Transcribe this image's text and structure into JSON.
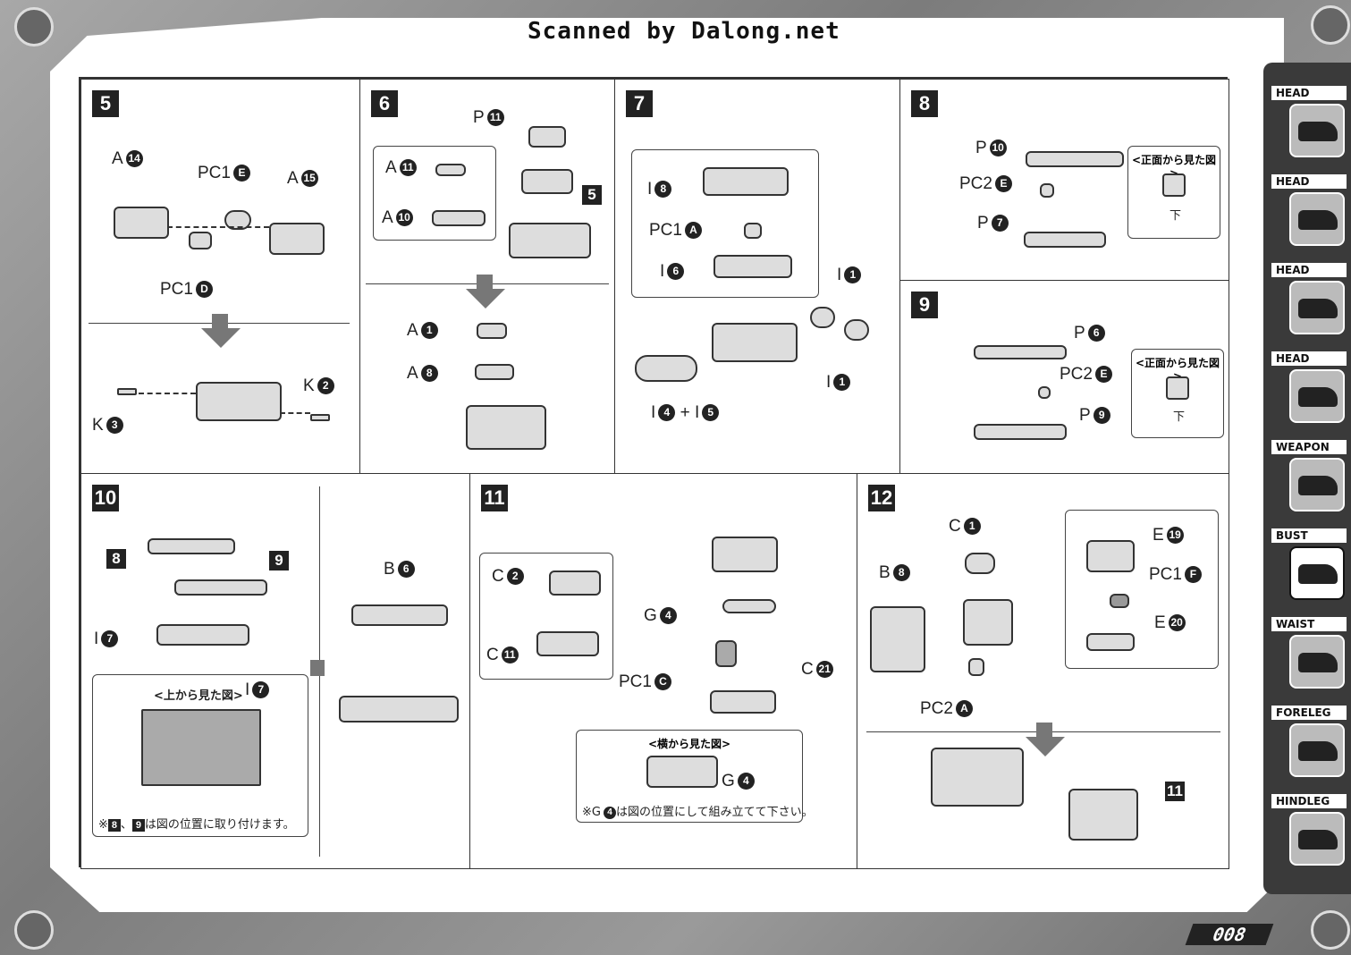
{
  "header": {
    "scanned_by": "Scanned by Dalong.net"
  },
  "page_number": "008",
  "sidebar": {
    "tabs": [
      {
        "label": "HEAD",
        "active": false
      },
      {
        "label": "HEAD",
        "active": false
      },
      {
        "label": "HEAD",
        "active": false
      },
      {
        "label": "HEAD",
        "active": false
      },
      {
        "label": "WEAPON",
        "active": false
      },
      {
        "label": "BUST",
        "active": true
      },
      {
        "label": "WAIST",
        "active": false
      },
      {
        "label": "FORELEG",
        "active": false
      },
      {
        "label": "HINDLEG",
        "active": false
      }
    ]
  },
  "steps": {
    "s5": {
      "num": "5",
      "labels": {
        "a14_l": "A",
        "a14_n": "14",
        "pc1e_l": "PC1",
        "pc1e_n": "E",
        "a15_l": "A",
        "a15_n": "15",
        "pc1d_l": "PC1",
        "pc1d_n": "D",
        "k2_l": "K",
        "k2_n": "2",
        "k3_l": "K",
        "k3_n": "3"
      }
    },
    "s6": {
      "num": "6",
      "labels": {
        "p11_l": "P",
        "p11_n": "11",
        "a11_l": "A",
        "a11_n": "11",
        "a10_l": "A",
        "a10_n": "10",
        "ref5": "5",
        "a1_l": "A",
        "a1_n": "1",
        "a8_l": "A",
        "a8_n": "8"
      }
    },
    "s7": {
      "num": "7",
      "labels": {
        "i8_l": "I",
        "i8_n": "8",
        "pc1a_l": "PC1",
        "pc1a_n": "A",
        "i6_l": "I",
        "i6_n": "6",
        "i1a_l": "I",
        "i1a_n": "1",
        "i1b_l": "I",
        "i1b_n": "1",
        "i4_l": "I",
        "i4_n": "4",
        "plus": "+",
        "i5_l": "I",
        "i5_n": "5"
      }
    },
    "s8": {
      "num": "8",
      "labels": {
        "p10_l": "P",
        "p10_n": "10",
        "pc2e_l": "PC2",
        "pc2e_n": "E",
        "p7_l": "P",
        "p7_n": "7",
        "view_title": "<正面から見た図>",
        "view_down": "下"
      }
    },
    "s9": {
      "num": "9",
      "labels": {
        "p6_l": "P",
        "p6_n": "6",
        "pc2e_l": "PC2",
        "pc2e_n": "E",
        "p9_l": "P",
        "p9_n": "9",
        "view_title": "<正面から見た図>",
        "view_down": "下"
      }
    },
    "s10": {
      "num": "10",
      "labels": {
        "ref8": "8",
        "ref9": "9",
        "i7_l": "I",
        "i7_n": "7",
        "b6_l": "B",
        "b6_n": "6",
        "view_title": "<上から見た図>",
        "view_i7_l": "I",
        "view_i7_n": "7",
        "note_pre": "※",
        "note_8": "8",
        "note_sep": "、",
        "note_9": "9",
        "note_post": "は図の位置に取り付けます。"
      }
    },
    "s11": {
      "num": "11",
      "labels": {
        "c2_l": "C",
        "c2_n": "2",
        "c11_l": "C",
        "c11_n": "11",
        "g4_l": "G",
        "g4_n": "4",
        "pc1c_l": "PC1",
        "pc1c_n": "C",
        "c21_l": "C",
        "c21_n": "21",
        "view_title": "<横から見た図>",
        "view_g4_l": "G",
        "view_g4_n": "4",
        "note_pre": "※G",
        "note_n": "4",
        "note_post": "は図の位置にして組み立てて下さい。"
      }
    },
    "s12": {
      "num": "12",
      "labels": {
        "c1_l": "C",
        "c1_n": "1",
        "b8_l": "B",
        "b8_n": "8",
        "pc2a_l": "PC2",
        "pc2a_n": "A",
        "e19_l": "E",
        "e19_n": "19",
        "pc1f_l": "PC1",
        "pc1f_n": "F",
        "e20_l": "E",
        "e20_n": "20",
        "ref11": "11"
      }
    }
  }
}
